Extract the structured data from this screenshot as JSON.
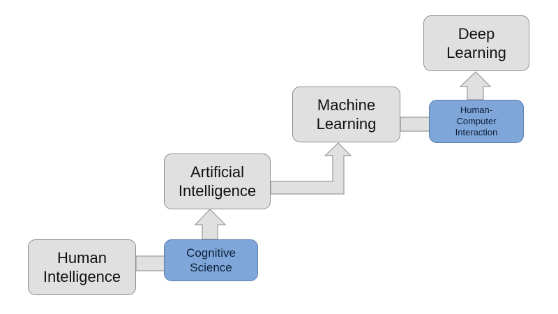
{
  "diagram": {
    "type": "flow",
    "colors": {
      "concept_fill": "#e0e0e0",
      "concept_border": "#8d8d8d",
      "bridge_fill": "#7ea6d8",
      "bridge_border": "#5c7fb0",
      "arrow_fill": "#e0e0e0",
      "arrow_stroke": "#9a9a9a"
    },
    "nodes": [
      {
        "id": "human-intelligence",
        "label": "Human\nIntelligence",
        "kind": "concept"
      },
      {
        "id": "cognitive-science",
        "label": "Cognitive\nScience",
        "kind": "bridge"
      },
      {
        "id": "artificial-intelligence",
        "label": "Artificial\nIntelligence",
        "kind": "concept"
      },
      {
        "id": "machine-learning",
        "label": "Machine\nLearning",
        "kind": "concept"
      },
      {
        "id": "human-computer-interaction",
        "label": "Human-\nComputer\nInteraction",
        "kind": "bridge"
      },
      {
        "id": "deep-learning",
        "label": "Deep\nLearning",
        "kind": "concept"
      }
    ],
    "edges": [
      {
        "from": "human-intelligence",
        "to": "cognitive-science",
        "style": "connector"
      },
      {
        "from": "cognitive-science",
        "to": "artificial-intelligence",
        "style": "arrow-up"
      },
      {
        "from": "artificial-intelligence",
        "to": "machine-learning",
        "style": "elbow-arrow"
      },
      {
        "from": "machine-learning",
        "to": "human-computer-interaction",
        "style": "connector"
      },
      {
        "from": "human-computer-interaction",
        "to": "deep-learning",
        "style": "arrow-up"
      }
    ]
  }
}
